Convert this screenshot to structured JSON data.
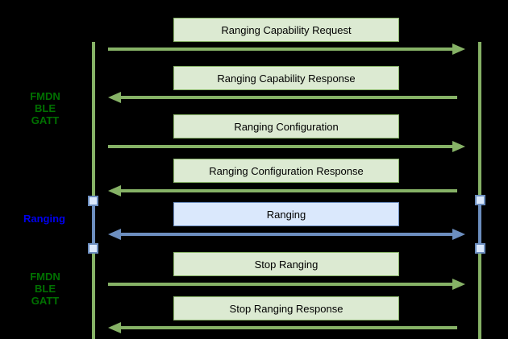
{
  "diagram": {
    "type": "sequence-diagram",
    "colors": {
      "background": "#000000",
      "green_fill": "#dcead2",
      "green_stroke": "#86b266",
      "blue_fill": "#dae8fc",
      "blue_stroke": "#6c8ebf",
      "green_label": "#007000",
      "blue_label": "#0000ee",
      "box_text": "#000000"
    },
    "side_labels": [
      {
        "id": "fmdn-ble-gatt-top",
        "color": "green",
        "lines": [
          "FMDN",
          "BLE",
          "GATT"
        ]
      },
      {
        "id": "ranging",
        "color": "blue",
        "lines": [
          "Ranging"
        ]
      },
      {
        "id": "fmdn-ble-gatt-bottom",
        "color": "green",
        "lines": [
          "FMDN",
          "BLE",
          "GATT"
        ]
      }
    ],
    "messages": [
      {
        "label": "Ranging Capability Request",
        "style": "green",
        "direction": "right"
      },
      {
        "label": "Ranging Capability Response",
        "style": "green",
        "direction": "left"
      },
      {
        "label": "Ranging Configuration",
        "style": "green",
        "direction": "right"
      },
      {
        "label": "Ranging Configuration Response",
        "style": "green",
        "direction": "left"
      },
      {
        "label": "Ranging",
        "style": "blue",
        "direction": "both"
      },
      {
        "label": "Stop Ranging",
        "style": "green",
        "direction": "right"
      },
      {
        "label": "Stop Ranging Response",
        "style": "green",
        "direction": "left"
      }
    ]
  }
}
